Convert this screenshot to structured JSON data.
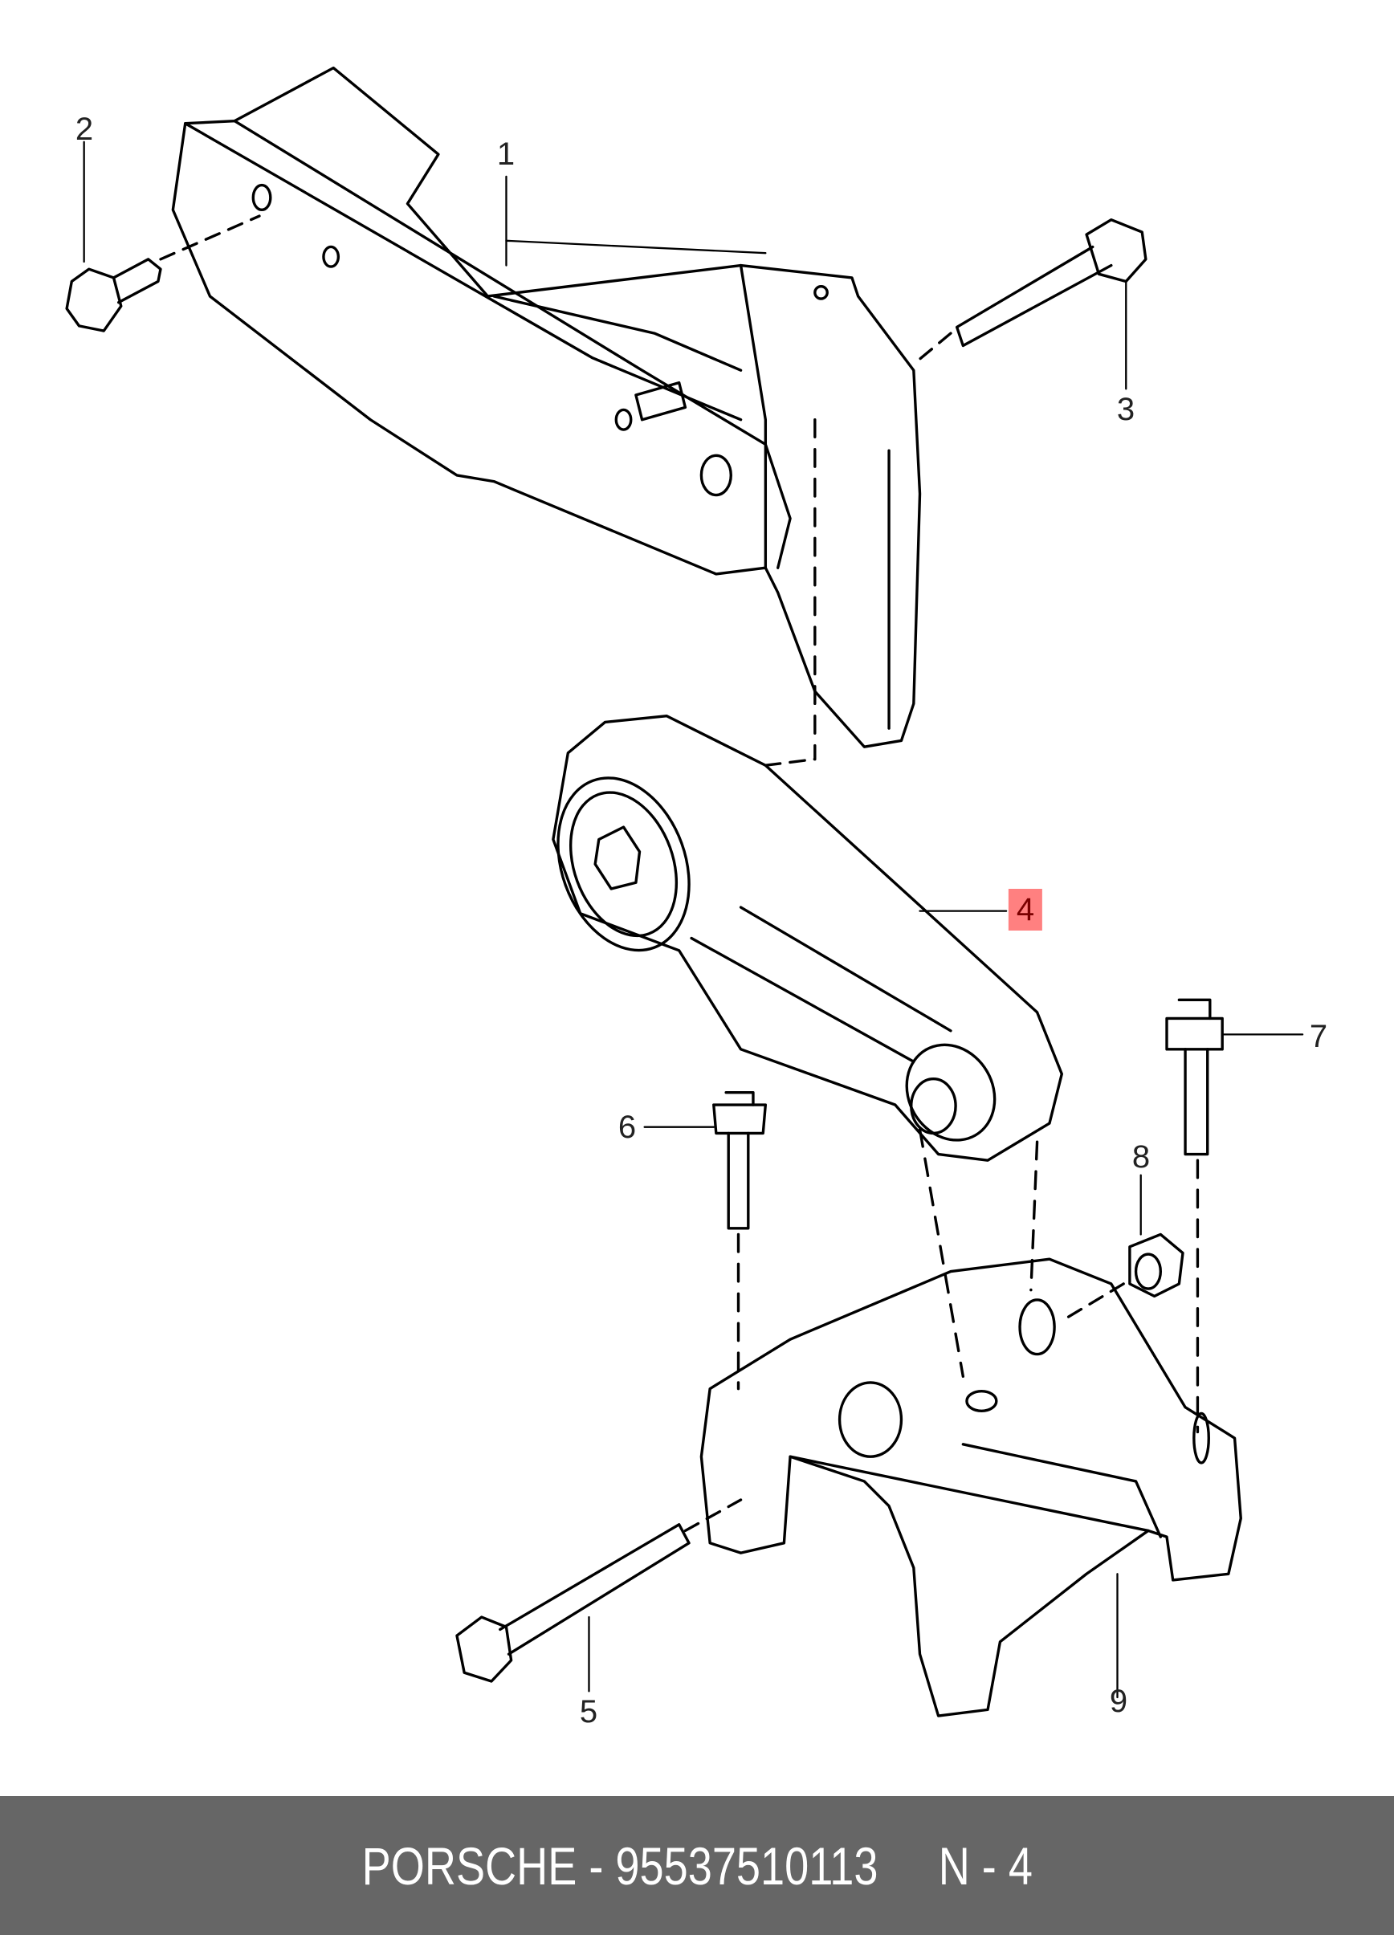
{
  "diagram": {
    "callouts": [
      {
        "id": "1",
        "label": "1"
      },
      {
        "id": "2",
        "label": "2"
      },
      {
        "id": "3",
        "label": "3"
      },
      {
        "id": "4",
        "label": "4",
        "highlighted": true,
        "highlight_color": "#ff8080"
      },
      {
        "id": "5",
        "label": "5"
      },
      {
        "id": "6",
        "label": "6"
      },
      {
        "id": "7",
        "label": "7"
      },
      {
        "id": "8",
        "label": "8"
      },
      {
        "id": "9",
        "label": "9"
      }
    ]
  },
  "footer": {
    "brand": "PORSCHE",
    "separator": "-",
    "part_number": "95537510113",
    "ref": "N - 4",
    "background": "#666666"
  }
}
